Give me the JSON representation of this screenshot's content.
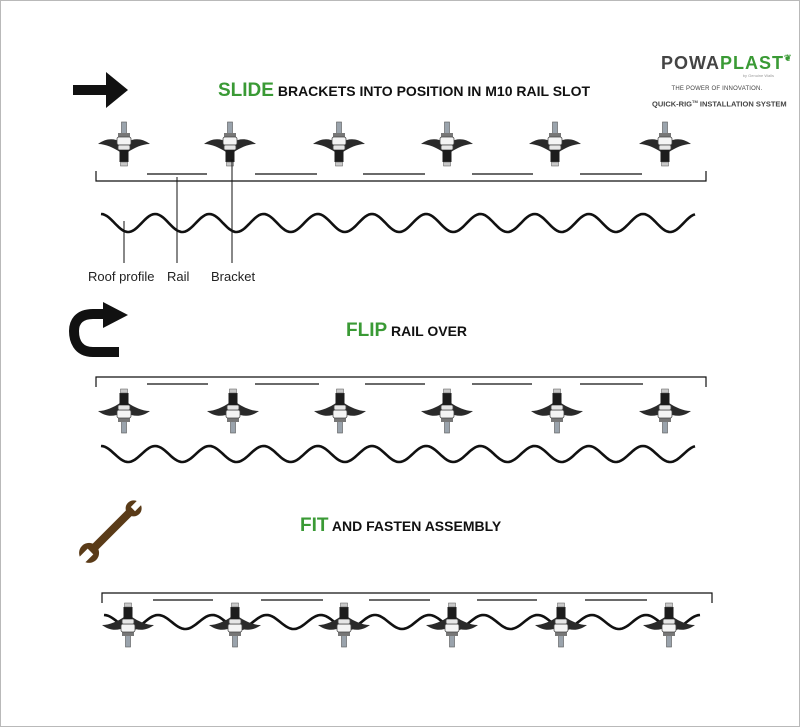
{
  "brand": {
    "logo_part1": "POWA",
    "logo_part2": "PLAST",
    "logo_sub": "by Genuine Walls",
    "tagline": "THE POWER OF INNOVATION.",
    "system": "QUICK-RIG",
    "system_mark": "TM",
    "system_suffix": " INSTALLATION SYSTEM"
  },
  "steps": [
    {
      "icon": "arrow-right-icon",
      "keyword": "SLIDE",
      "rest": " BRACKETS INTO POSITION IN M10 RAIL SLOT"
    },
    {
      "icon": "flip-arrow-icon",
      "keyword": "FLIP",
      "rest": " RAIL OVER"
    },
    {
      "icon": "wrench-icon",
      "keyword": "FIT",
      "rest": " AND FASTEN ASSEMBLY"
    }
  ],
  "labels": {
    "roof_profile": "Roof profile",
    "rail": "Rail",
    "bracket": "Bracket"
  },
  "colors": {
    "accent_green": "#3a9a35",
    "ink": "#111111"
  }
}
